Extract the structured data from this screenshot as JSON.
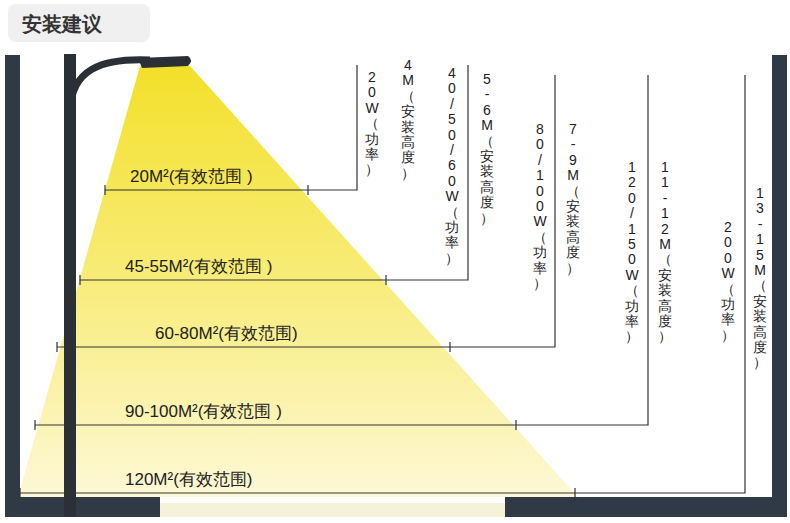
{
  "diagram": {
    "title": "安装建议",
    "labels": [
      "20M²(有效范围 )",
      "45-55M²(有效范围 )",
      "60-80M²(有效范围)",
      "90-100M²(有效范围 )",
      "120M²(有效范围)",
      "20W（功率）",
      "4M（安装高度）",
      "40/50/60W（功率）",
      "5-6M（安装高度）",
      "80/100W（功率）",
      "7-9M（安装高度）",
      "120/150W（功率）",
      "11-12M（安装高度）",
      "200W（功率）",
      "13-15M（安装高度）"
    ]
  }
}
